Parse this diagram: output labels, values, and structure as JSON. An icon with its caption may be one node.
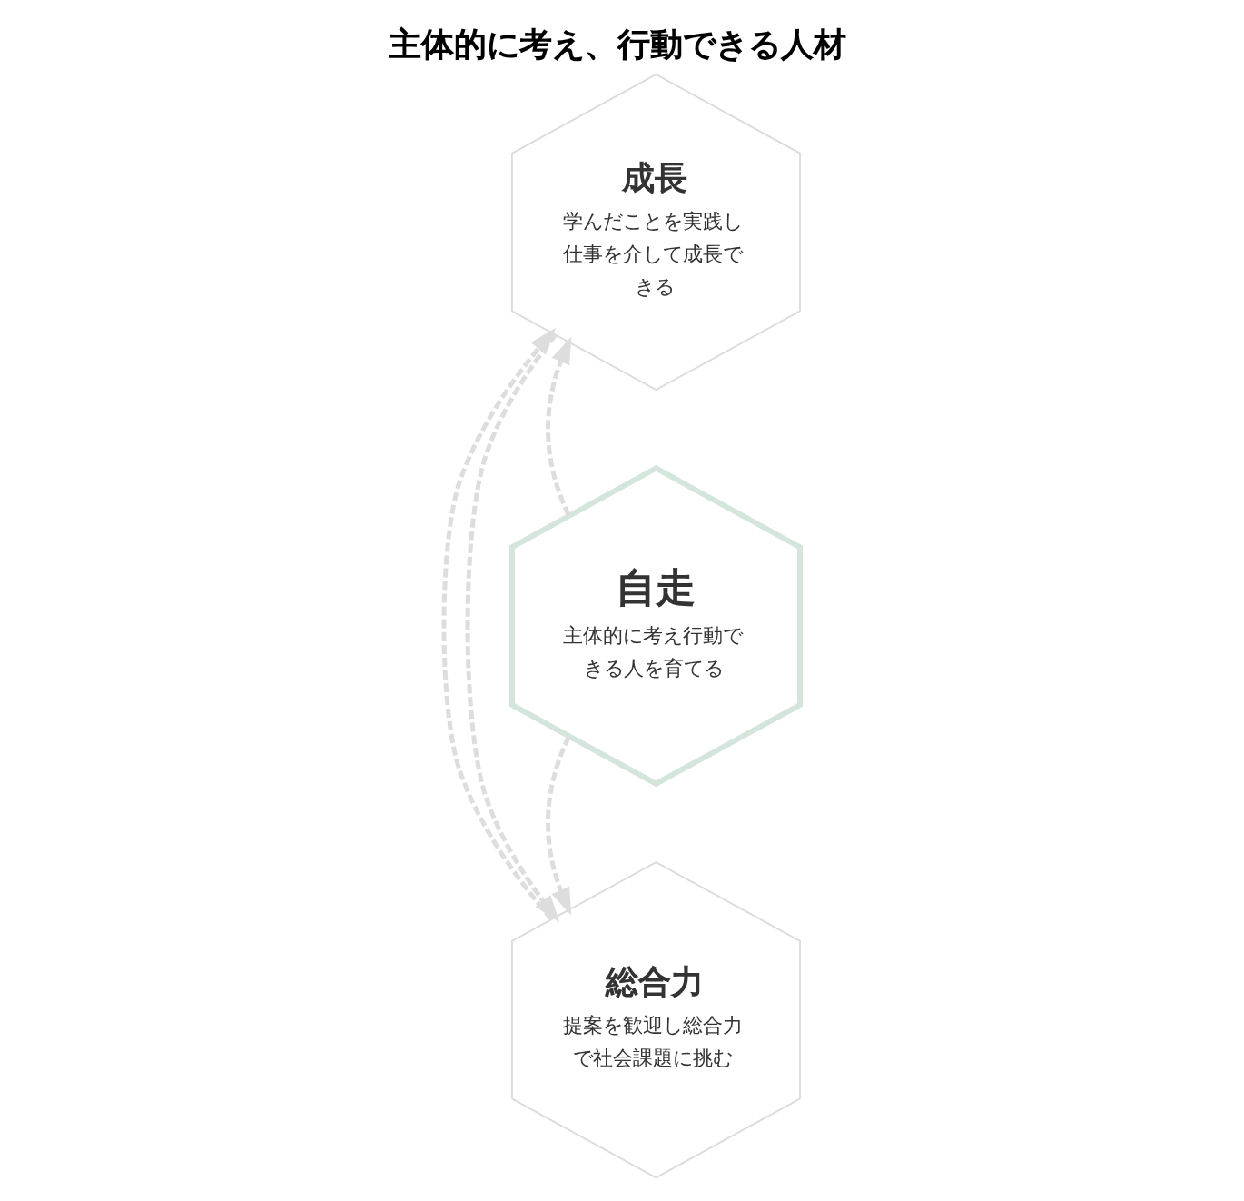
{
  "diagram": {
    "title": "主体的に考え、行動できる人材",
    "nodes": [
      {
        "text": [
          "成長",
          "学んだことを実践し仕事を介して成長できる"
        ]
      },
      {
        "text": [
          "自走",
          "主体的に考え行動できる人を育てる"
        ]
      },
      {
        "text": [
          "総合力",
          "提案を歓迎し総合力で社会課題に挑む"
        ]
      }
    ],
    "edges": [
      {
        "from": 1,
        "to": 0,
        "arrow": "to",
        "style": "dashed"
      },
      {
        "from": 1,
        "to": 2,
        "arrow": "to",
        "style": "dashed"
      },
      {
        "from": 0,
        "to": 2,
        "arrow": "to",
        "style": "dashed"
      },
      {
        "from": 2,
        "to": 0,
        "arrow": "to",
        "style": "dashed"
      }
    ]
  }
}
